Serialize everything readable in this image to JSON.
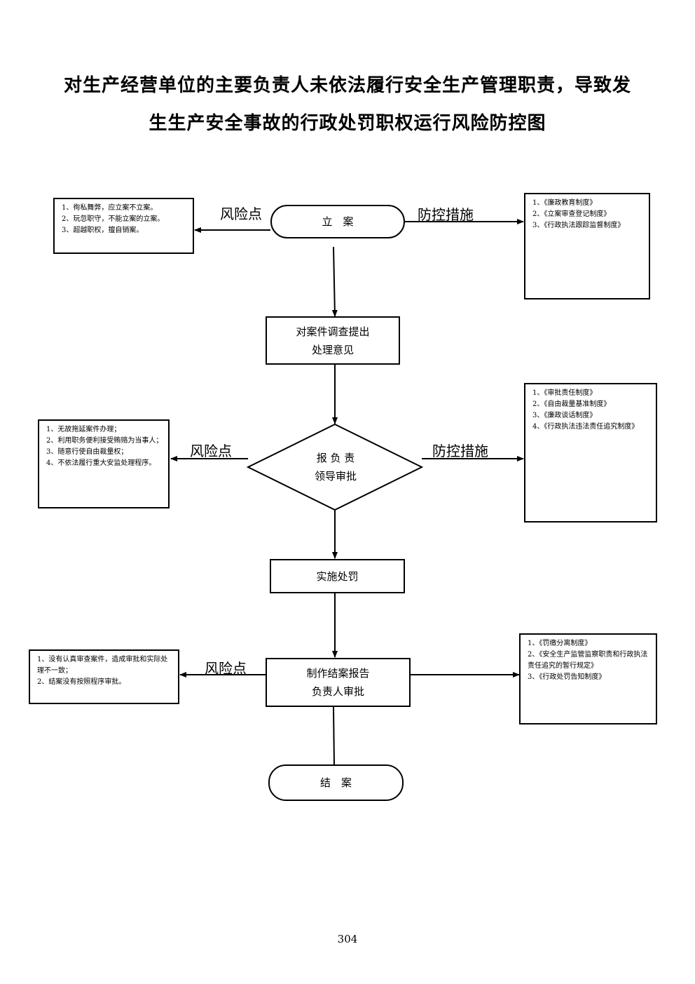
{
  "title": {
    "line1": "对生产经营单位的主要负责人未依法履行安全生产管理职责，导致发",
    "line2": "生生产安全事故的行政处罚职权运行风险防控图"
  },
  "nodes": {
    "register": "立　案",
    "investigate": [
      "对案件调查提出",
      "处理意见"
    ],
    "approve": [
      "报 负 责",
      "领导审批"
    ],
    "execute": "实施处罚",
    "report": [
      "制作结案报告",
      "负责人审批"
    ],
    "close": "结　案"
  },
  "labels": {
    "risk_point": "风险点",
    "control_measures": "防控措施"
  },
  "risks": {
    "register": [
      "1、徇私舞弊，应立案不立案。",
      "2、玩忽职守，不能立案的立案。",
      "3、超越职权，擅自销案。"
    ],
    "approve": [
      "1、无故拖延案件办理；",
      "2、利用职务便利接受贿赂为当事人；",
      "3、随意行使自由裁量权；",
      "4、不依法履行重大安监处理程序。"
    ],
    "report": [
      "1、没有认真审查案件，造成审批和实际处理不一致；",
      "2、结案没有按照程序审批。"
    ]
  },
  "measures": {
    "register": [
      "1、《廉政教育制度》",
      "2、《立案审查登记制度》",
      "3、《行政执法跟踪监督制度》"
    ],
    "approve": [
      "1、《审批责任制度》",
      "2、《自由裁量基准制度》",
      "3、《廉政谈话制度》",
      "4、《行政执法违法责任追究制度》"
    ],
    "report": [
      "1、《罚缴分离制度》",
      "2、《安全生产监管监察职责和行政执法责任追究的暂行规定》",
      "3、《行政处罚告知制度》"
    ]
  },
  "page_number": "304"
}
